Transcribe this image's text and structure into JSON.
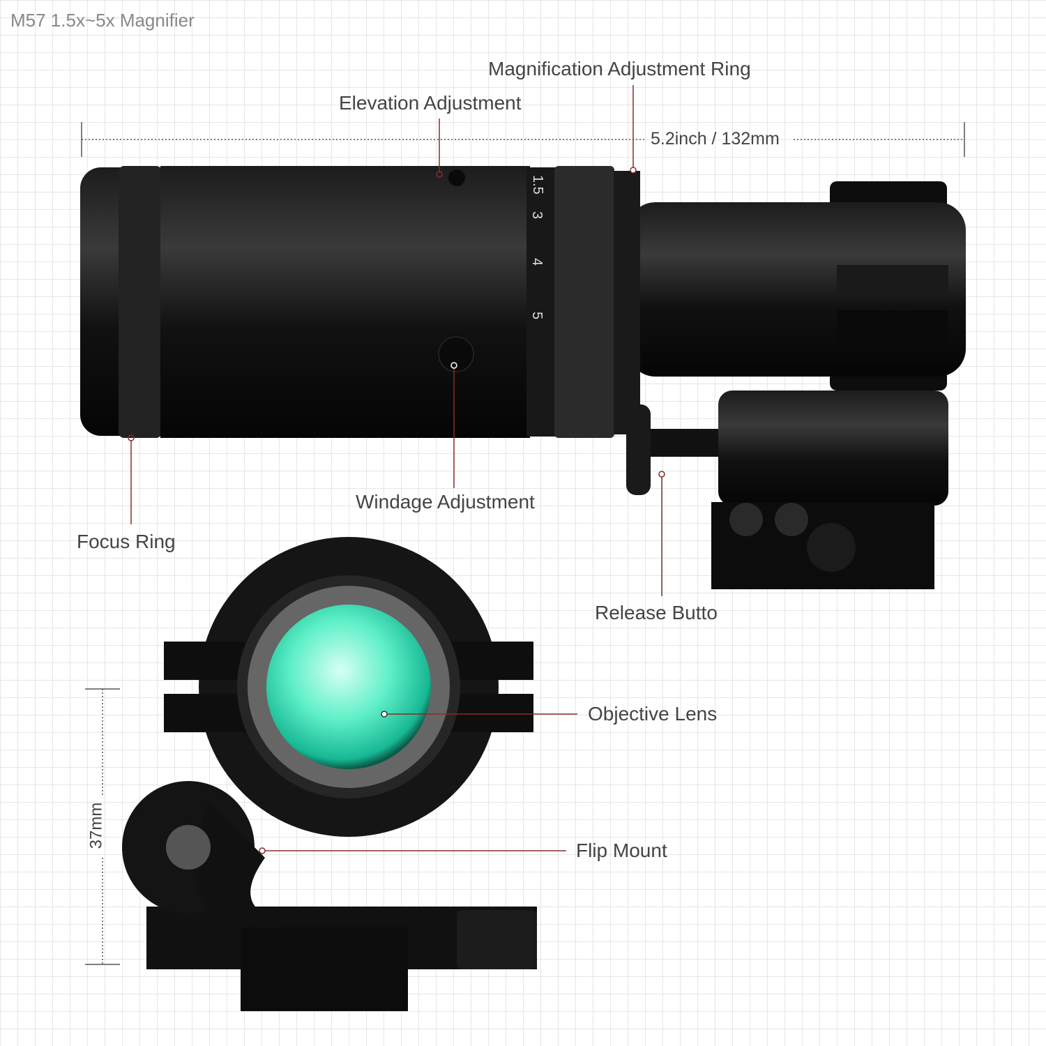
{
  "title": "M57 1.5x~5x Magnifier",
  "dimensions": {
    "length": "5.2inch / 132mm",
    "height": "37mm"
  },
  "scale_marks": [
    "1.5",
    "3",
    "4",
    "5"
  ],
  "callouts": {
    "magnification": "Magnification Adjustment Ring",
    "elevation": "Elevation Adjustment",
    "windage": "Windage Adjustment",
    "focus": "Focus Ring",
    "release": "Release Butto",
    "objective": "Objective Lens",
    "flip": "Flip Mount"
  },
  "colors": {
    "callout_line": "#8a2b2b",
    "lens": "#2fe0b8",
    "body": "#141414"
  }
}
